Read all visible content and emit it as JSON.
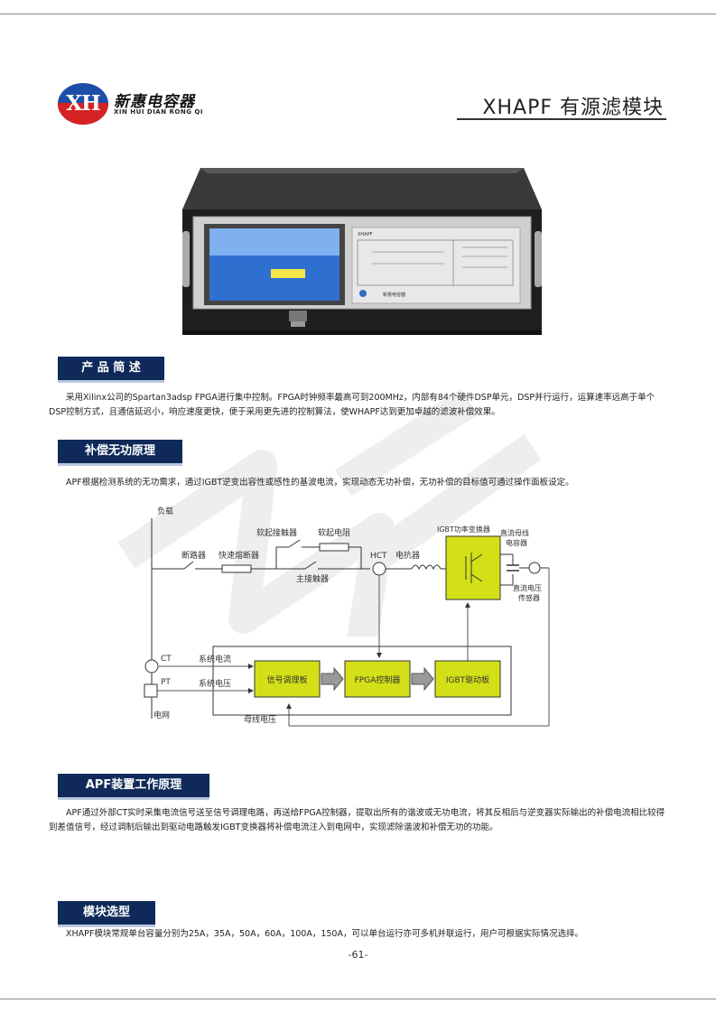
{
  "header": {
    "logo_mark": "XH",
    "logo_cn": "新惠电容器",
    "logo_en": "XIN HUI DIAN RONG QI",
    "title": "XHAPF 有源滤模块"
  },
  "product_image": {
    "screen_text": "XHAPF",
    "company": "新惠电容器"
  },
  "sections": [
    {
      "heading": "产 品 简 述",
      "body": "采用Xilinx公司的Spartan3adsp FPGA进行集中控制。FPGA时钟频率最高可到200MHz，内部有84个硬件DSP单元，DSP并行运行，运算速率远高于单个DSP控制方式，且通信延迟小，响应速度更快，便于采用更先进的控制算法，使WHAPF达到更加卓越的滤波补偿效果。"
    },
    {
      "heading": "补偿无功原理",
      "body": "APF根据检测系统的无功需求，通过IGBT逆变出容性或感性的基波电流，实现动态无功补偿，无功补偿的目标值可通过操作面板设定。"
    },
    {
      "heading": "APF装置工作原理",
      "body": "APF通过外部CT实时采集电流信号送至信号调理电路，再送给FPGA控制器，提取出所有的谐波或无功电流，将其反相后与逆变器实际输出的补偿电流相比较得到差值信号，经过调制后输出到驱动电路触发IGBT变换器将补偿电流注入到电网中，实现滤除谐波和补偿无功的功能。"
    },
    {
      "heading": "模块选型",
      "body": "XHAPF模块常规单台容量分别为25A，35A，50A，60A，100A，150A，可以单台运行亦可多机并联运行，用户可根据实际情况选择。"
    }
  ],
  "diagram": {
    "load": "负载",
    "grid": "电网",
    "breaker": "断路器",
    "fuse": "快速熔断器",
    "soft_contactor": "软起接触器",
    "soft_resistor": "软起电阻",
    "main_contactor": "主接触器",
    "hct": "HCT",
    "reactor": "电抗器",
    "igbt_converter": "IGBT功率变换器",
    "dc_cap": "直流母线\n电容器",
    "dc_sensor": "直流电压\n传感器",
    "ct": "CT",
    "pt": "PT",
    "sys_current": "系统电流",
    "sys_voltage": "系统电压",
    "bus_voltage": "母线电压",
    "box_signal": "信号调理板",
    "box_fpga": "FPGA控制器",
    "box_igbt": "IGBT驱动板"
  },
  "colors": {
    "heading_bg": "#0f2a5a",
    "box_fill": "#d4e017"
  },
  "footer": {
    "page": "-61-"
  }
}
